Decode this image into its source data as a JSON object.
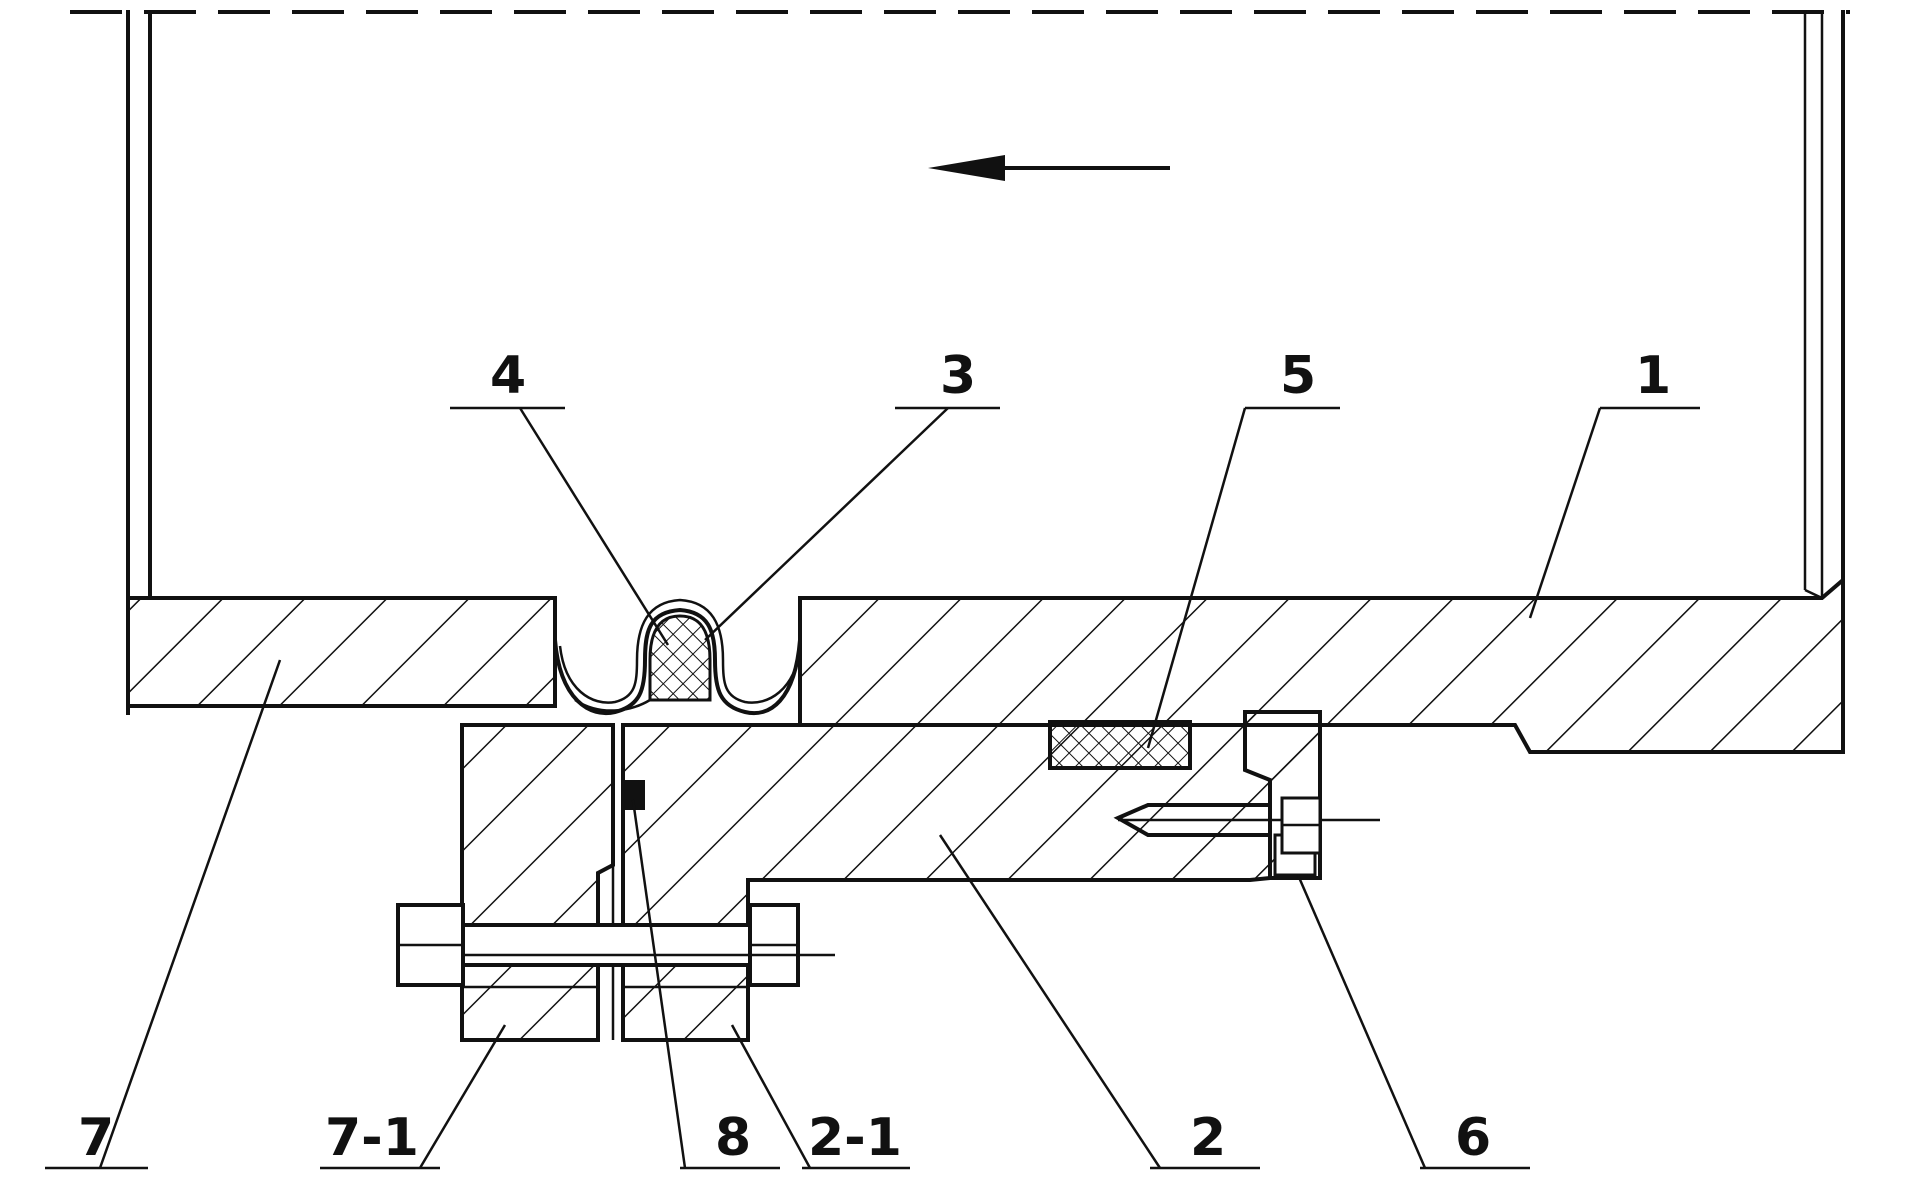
{
  "figure": {
    "part_labels": {
      "p1": "1",
      "p2": "2",
      "p2_1": "2-1",
      "p3": "3",
      "p4": "4",
      "p5": "5",
      "p6": "6",
      "p7": "7",
      "p7_1": "7-1",
      "p8": "8"
    },
    "flow_arrow_direction": "left"
  },
  "colors": {
    "line": "#111111",
    "background": "#ffffff"
  }
}
